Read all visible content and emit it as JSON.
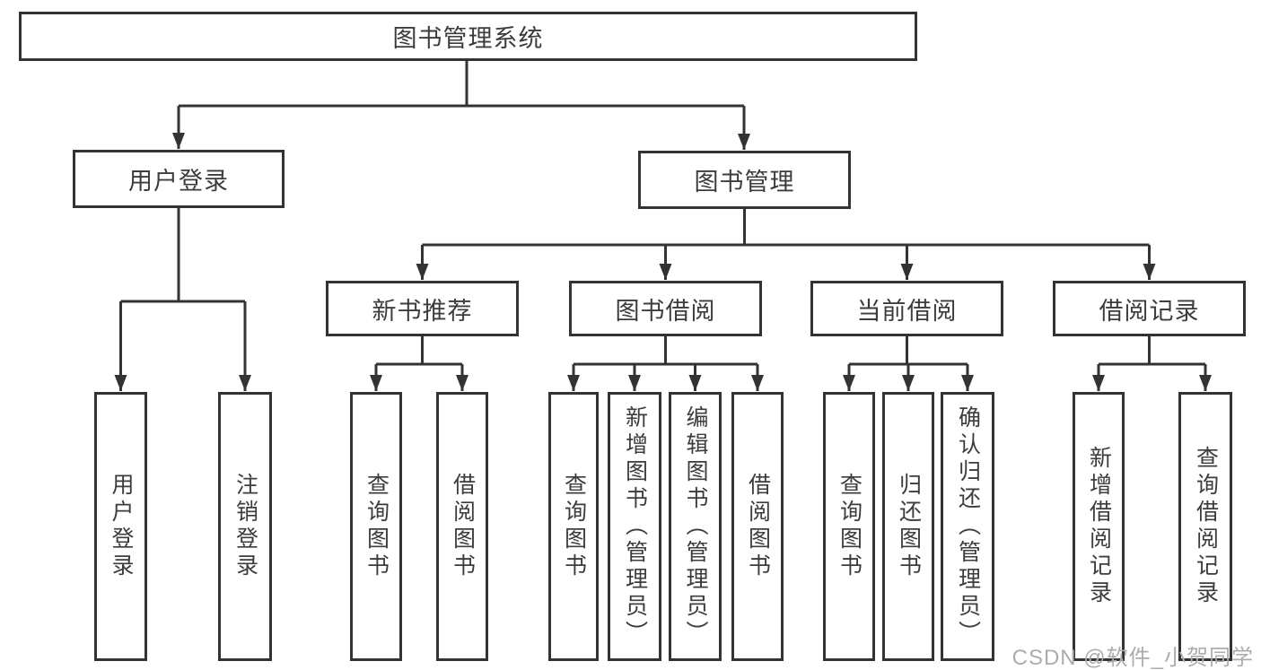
{
  "diagram": {
    "root": "图书管理系统",
    "level2": {
      "user_login": "用户登录",
      "book_mgmt": "图书管理"
    },
    "level3": {
      "new_book_rec": "新书推荐",
      "book_borrow": "图书借阅",
      "current_borrow": "当前借阅",
      "borrow_records": "借阅记录"
    },
    "leaves": {
      "user_login": [
        "用户登录",
        "注销登录"
      ],
      "new_book_rec": [
        "查询图书",
        "借阅图书"
      ],
      "book_borrow": [
        "查询图书",
        "新增图书（管理员）",
        "编辑图书（管理员）",
        "借阅图书"
      ],
      "current_borrow": [
        "查询图书",
        "归还图书",
        "确认归还（管理员）"
      ],
      "borrow_records": [
        "新增借阅记录",
        "查询借阅记录"
      ]
    }
  },
  "watermark": "CSDN @软件_小贺同学",
  "colors": {
    "line": "#333333",
    "text": "#3c3c3c",
    "watermark": "#acacac",
    "background": "#ffffff"
  }
}
